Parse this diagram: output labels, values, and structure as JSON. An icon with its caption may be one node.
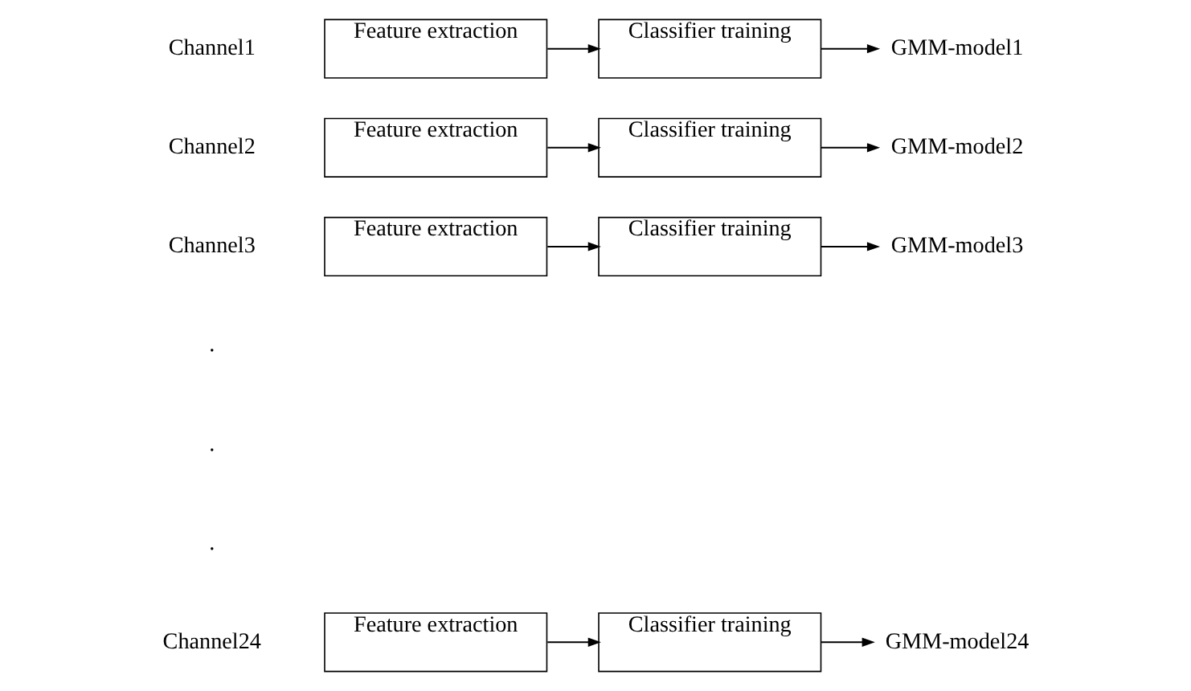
{
  "diagram": {
    "nodes": [
      {
        "text": [
          "Feature extraction"
        ]
      },
      {
        "text": [
          "Classifier training"
        ]
      },
      {
        "text": [
          "GMM-model1"
        ]
      },
      {
        "text": [
          "Feature extraction"
        ]
      },
      {
        "text": [
          "Classifier training"
        ]
      },
      {
        "text": [
          "GMM-model2"
        ]
      },
      {
        "text": [
          "Feature extraction"
        ]
      },
      {
        "text": [
          "Classifier training"
        ]
      },
      {
        "text": [
          "GMM-model3"
        ]
      },
      {
        "text": [
          "Feature extraction"
        ]
      },
      {
        "text": [
          "Classifier training"
        ]
      },
      {
        "text": [
          "GMM-model24"
        ]
      }
    ],
    "edges": [
      {
        "from": 0,
        "to": 1,
        "arrow": "to"
      },
      {
        "from": 1,
        "to": 2,
        "arrow": "to"
      },
      {
        "from": 3,
        "to": 4,
        "arrow": "to"
      },
      {
        "from": 4,
        "to": 5,
        "arrow": "to"
      },
      {
        "from": 6,
        "to": 7,
        "arrow": "to"
      },
      {
        "from": 7,
        "to": 8,
        "arrow": "to"
      },
      {
        "from": 9,
        "to": 10,
        "arrow": "to"
      },
      {
        "from": 10,
        "to": 11,
        "arrow": "to"
      }
    ],
    "labels": [
      "Channel1",
      "Channel2",
      "Channel3",
      ".",
      ".",
      ".",
      "Channel24"
    ]
  }
}
